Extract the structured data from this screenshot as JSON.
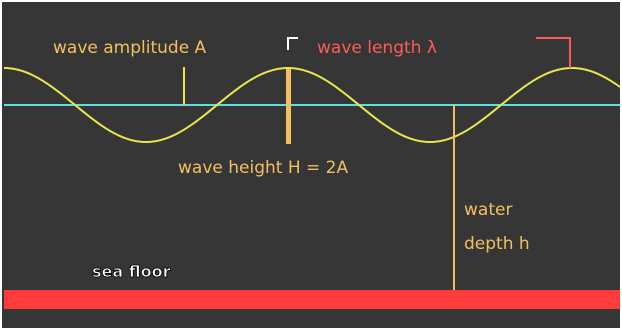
{
  "labels": {
    "amplitude": "wave amplitude A",
    "wavelength": "wave length λ",
    "height": "wave height H = 2A",
    "depth_line1": "water",
    "depth_line2": "depth h",
    "sea_floor": "sea floor"
  },
  "colors": {
    "background": "#363636",
    "wave": "#e8e64a",
    "water_surface": "#5ce0e0",
    "annotation": "#f0c060",
    "wavelength_label": "#ff5a5a",
    "sea_floor": "#ff3b3b",
    "border": "#ffffff"
  }
}
